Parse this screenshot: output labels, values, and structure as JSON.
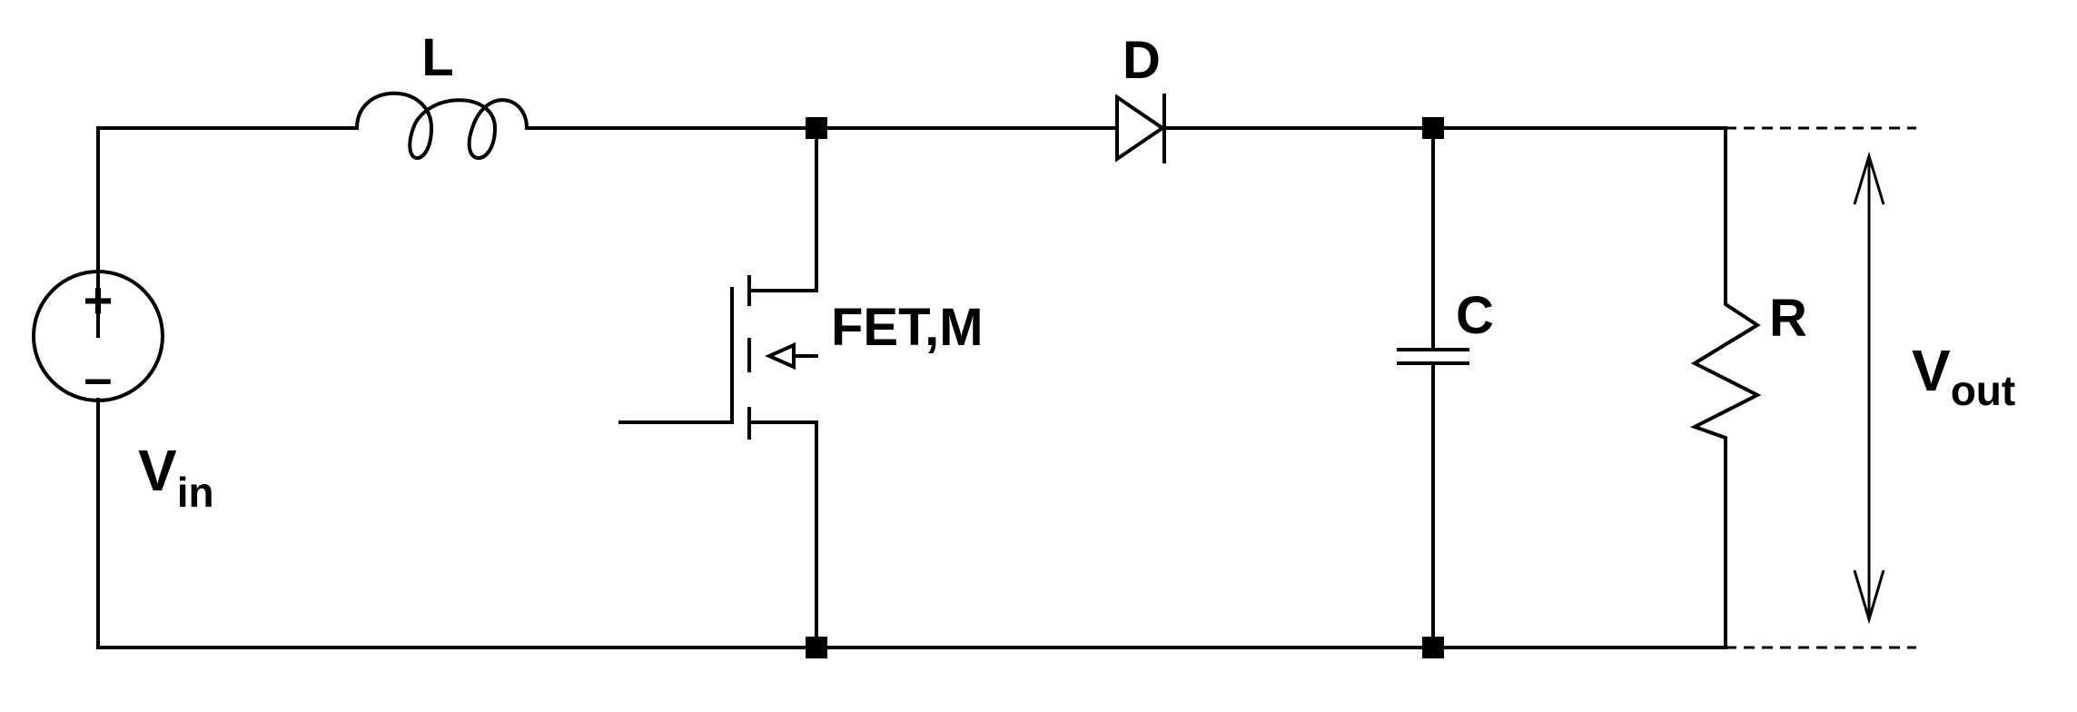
{
  "labels": {
    "inductor": "L",
    "diode": "D",
    "transistor": "FET,M",
    "capacitor": "C",
    "resistor": "R",
    "vin_main": "V",
    "vin_sub": "in",
    "vout_main": "V",
    "vout_sub": "out",
    "plus": "+",
    "minus": "–"
  },
  "colors": {
    "line": "#000000",
    "background": "#ffffff"
  }
}
